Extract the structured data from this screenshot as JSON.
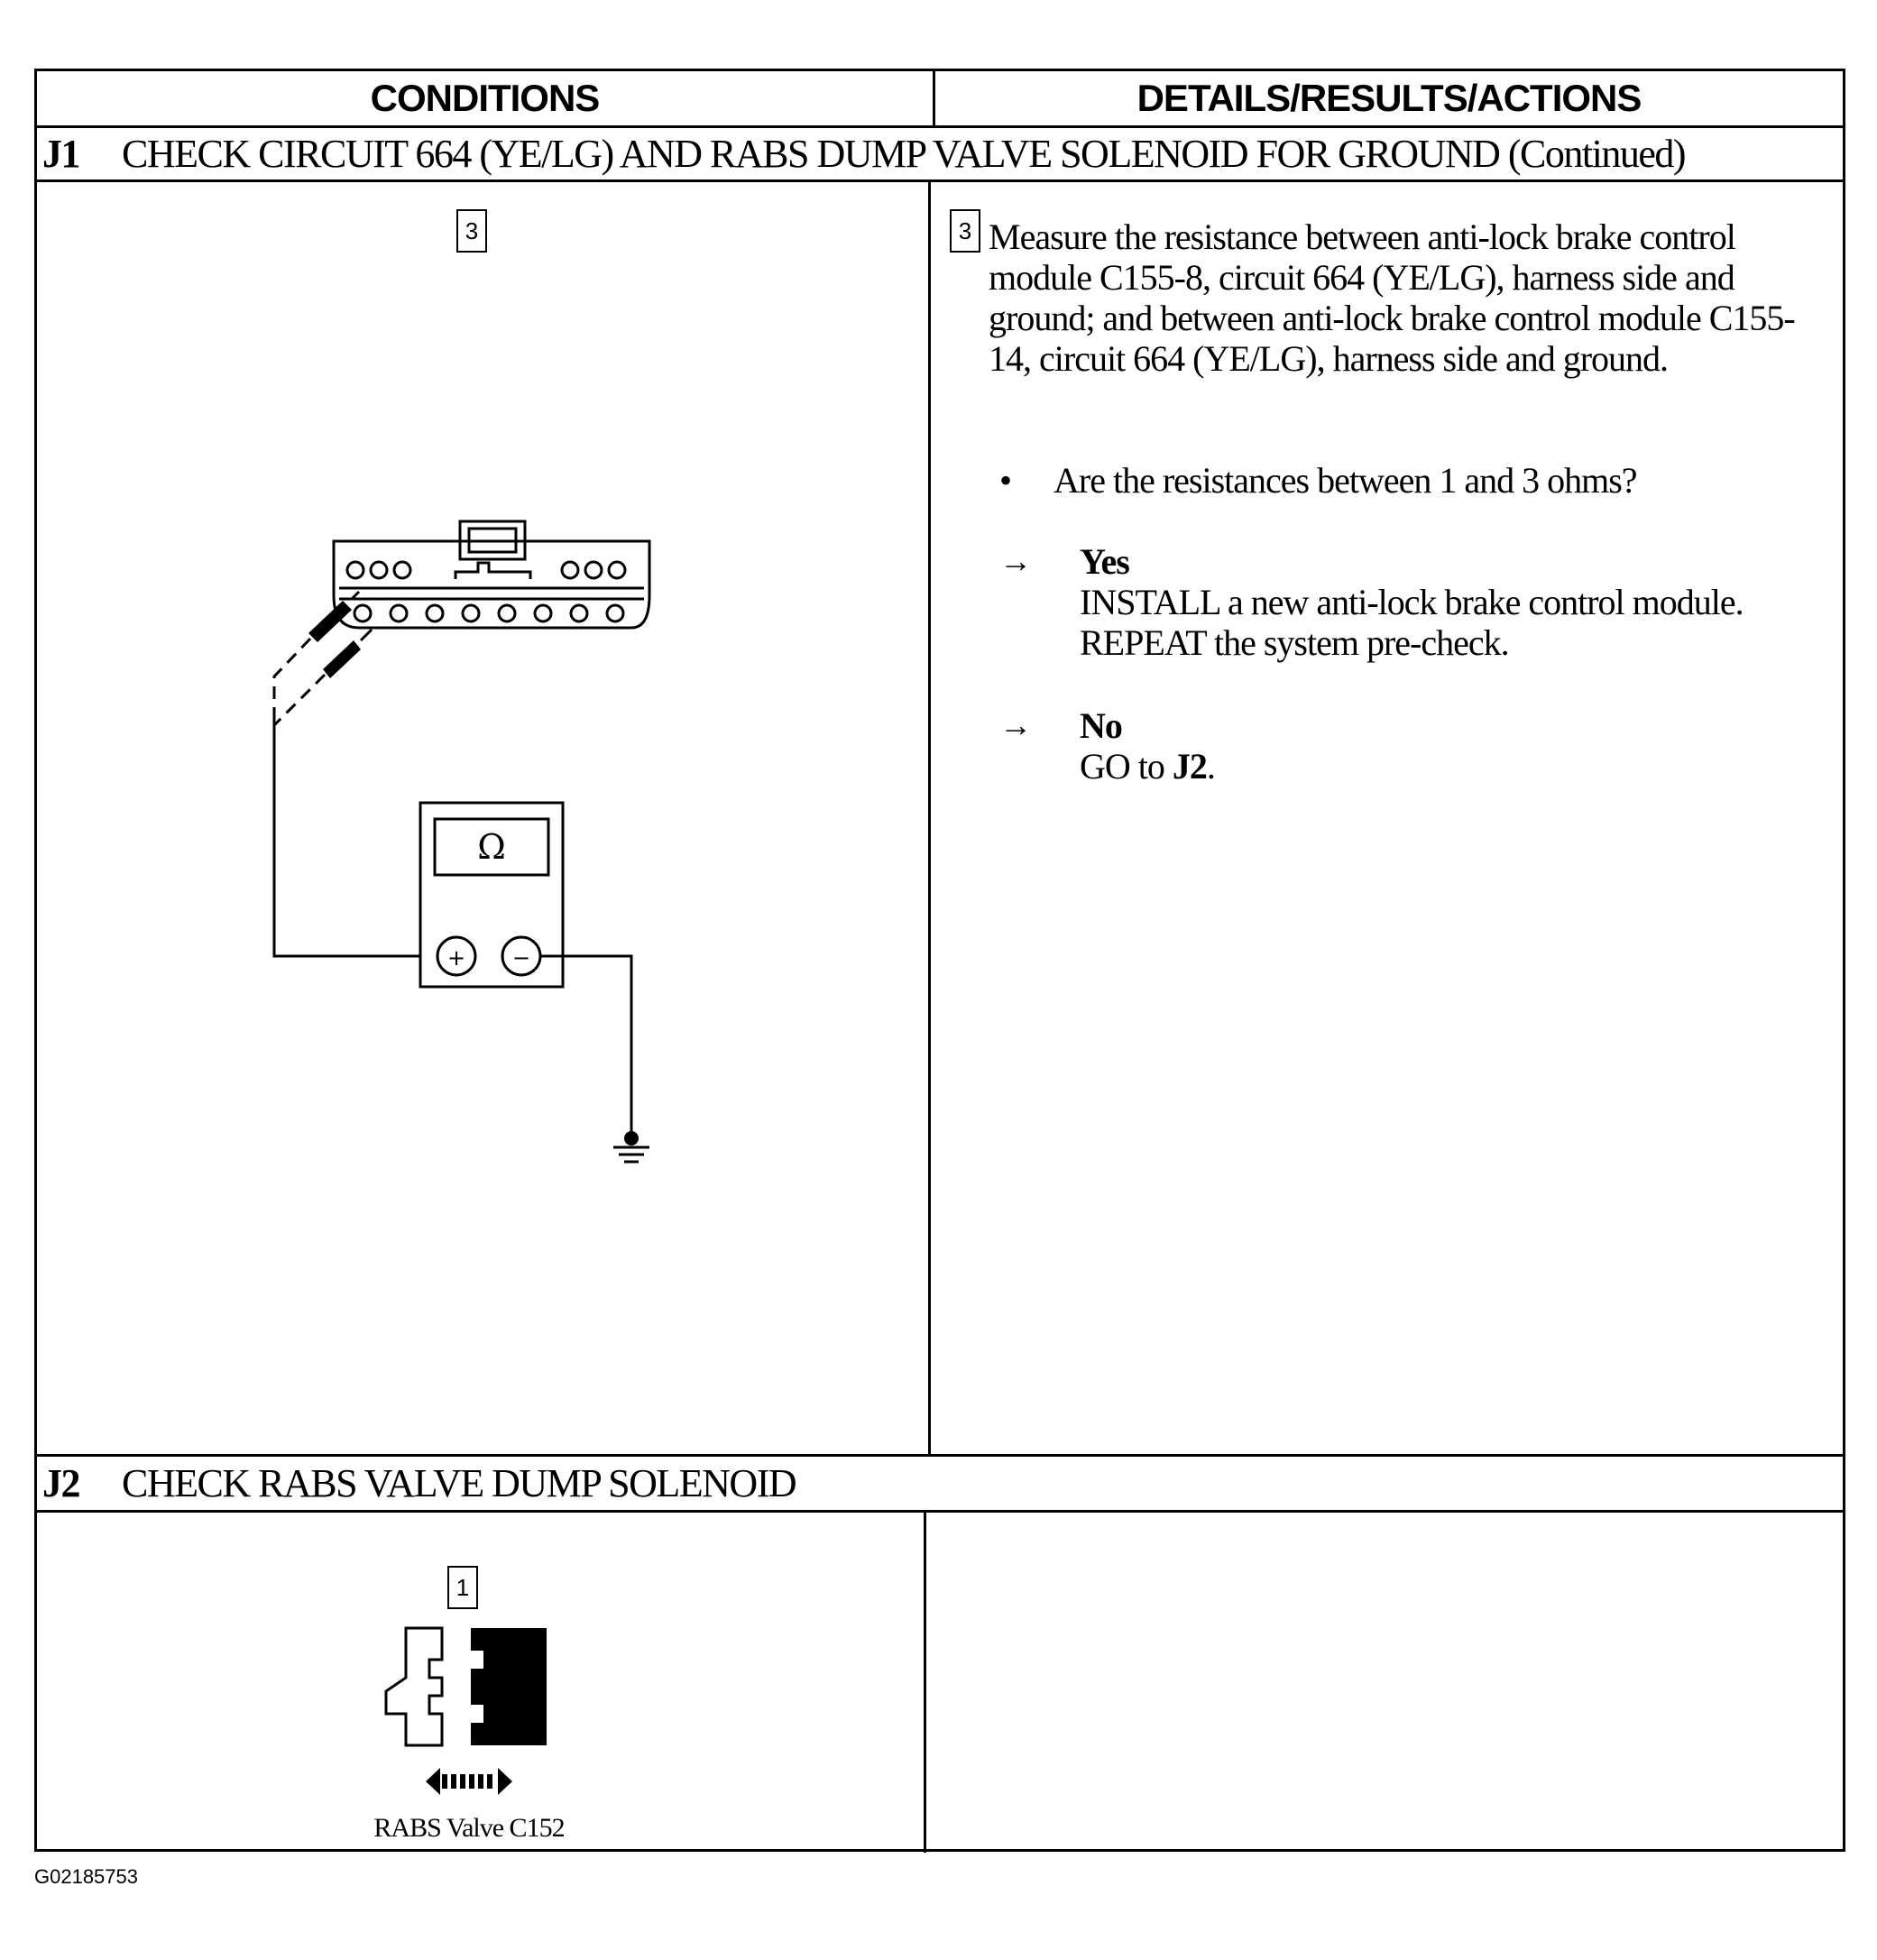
{
  "header": {
    "conditions": "CONDITIONS",
    "details": "DETAILS/RESULTS/ACTIONS"
  },
  "section_j1": {
    "code": "J1",
    "title": "CHECK CIRCUIT 664 (YE/LG) AND RABS DUMP VALVE SOLENOID FOR GROUND (Continued)",
    "step": "3",
    "instruction": "Measure the resistance between anti-lock brake control module C155-8, circuit 664 (YE/LG), harness side and ground; and between anti-lock brake control module C155-14, circuit 664 (YE/LG), harness side and ground.",
    "question": "Are the resistances between 1 and 3 ohms?",
    "bullet": "•",
    "arrow": "→",
    "yes_label": "Yes",
    "yes_action": "INSTALL a new anti-lock brake control module. REPEAT the system pre-check.",
    "no_label": "No",
    "no_action_prefix": "GO to ",
    "no_action_target": "J2",
    "no_action_suffix": ".",
    "meter_symbol": "Ω",
    "meter_plus": "+",
    "meter_minus": "−"
  },
  "section_j2": {
    "code": "J2",
    "title": "CHECK RABS VALVE DUMP SOLENOID",
    "step": "1",
    "caption": "RABS Valve C152"
  },
  "figure_id": "G02185753"
}
